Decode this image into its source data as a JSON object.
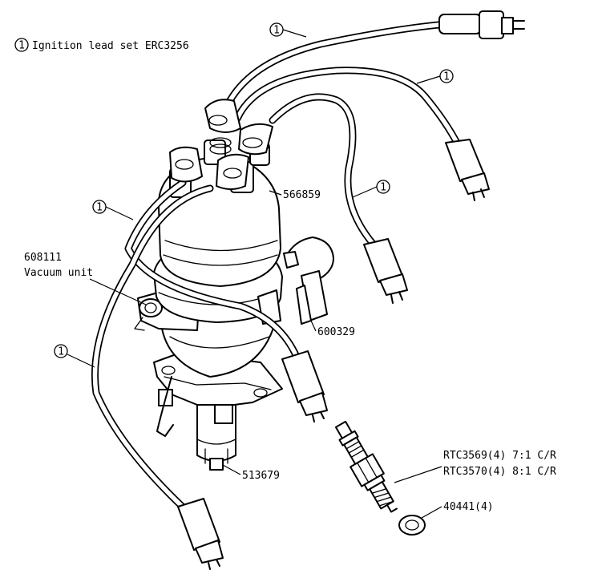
{
  "legend": {
    "marker": "1",
    "text": "Ignition lead set ERC3256"
  },
  "callouts": {
    "lead_marker": "1",
    "distributor_cap": "566859",
    "vacuum_unit_part": "608111",
    "vacuum_unit_name": "Vacuum unit",
    "capacitor": "600329",
    "clamp": "513679",
    "plug_a": "RTC3569(4) 7:1 C/R",
    "plug_b": "RTC3570(4) 8:1 C/R",
    "washer": "40441(4)"
  },
  "colors": {
    "ink": "#000000",
    "paper": "#ffffff"
  }
}
